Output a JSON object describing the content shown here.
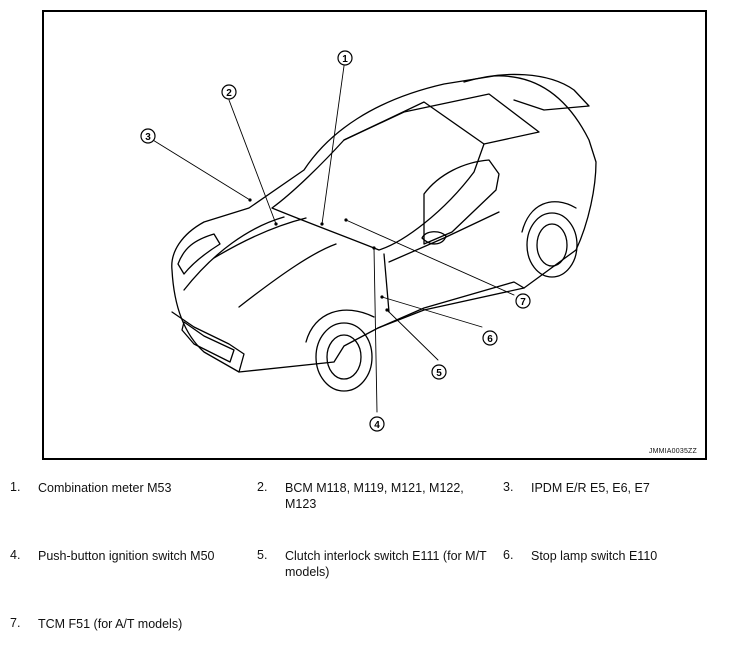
{
  "figure": {
    "code": "JMMIA0035ZZ",
    "callouts": [
      "1",
      "2",
      "3",
      "4",
      "5",
      "6",
      "7"
    ]
  },
  "legend": [
    {
      "num": "1.",
      "text": "Combination meter M53"
    },
    {
      "num": "2.",
      "text": "BCM M118, M119, M121, M122, M123"
    },
    {
      "num": "3.",
      "text": "IPDM E/R E5, E6, E7"
    },
    {
      "num": "4.",
      "text": "Push-button ignition switch M50"
    },
    {
      "num": "5.",
      "text": "Clutch interlock switch E111 (for M/T models)"
    },
    {
      "num": "6.",
      "text": "Stop lamp switch E110"
    },
    {
      "num": "7.",
      "text": "TCM F51 (for A/T models)"
    }
  ]
}
